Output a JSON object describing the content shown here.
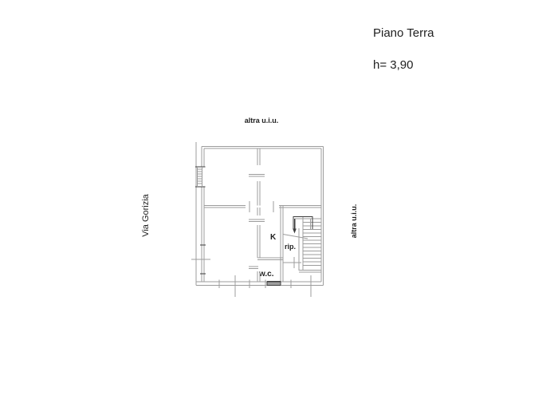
{
  "header": {
    "title": "Piano Terra",
    "floor_height": "h= 3,90"
  },
  "plan": {
    "labels": {
      "adjacent_unit_top": "altra u.i.u.",
      "adjacent_unit_right": "altra u.i.u.",
      "street": "Via Gorizia",
      "kitchen": "K",
      "storage": "rip.",
      "wc": "w.c."
    },
    "colors": {
      "line": "#9c9c9c",
      "dark": "#3d3d3d",
      "text": "#1f1f1f"
    }
  }
}
